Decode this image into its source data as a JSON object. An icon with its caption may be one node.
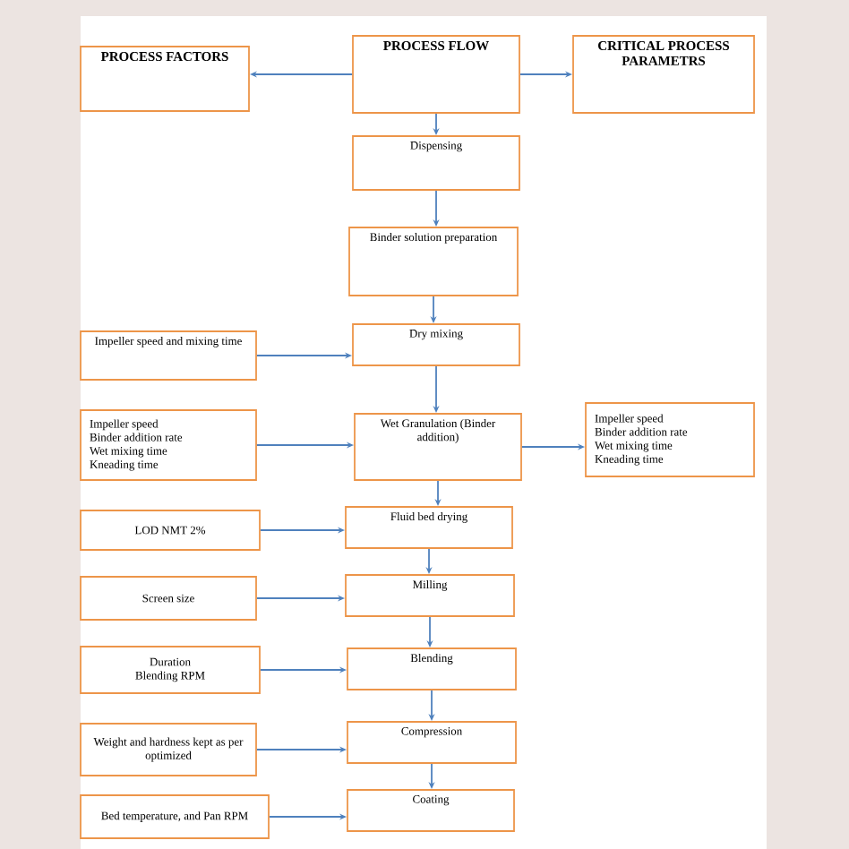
{
  "diagram": {
    "nodes": [
      {
        "text": [
          "PROCESS FACTORS"
        ]
      },
      {
        "text": [
          "PROCESS FLOW"
        ]
      },
      {
        "text": [
          "CRITICAL PROCESS PARAMETRS"
        ]
      },
      {
        "text": [
          "Dispensing"
        ]
      },
      {
        "text": [
          "Binder solution preparation"
        ]
      },
      {
        "text": [
          "Impeller speed and mixing time"
        ]
      },
      {
        "text": [
          "Dry mixing"
        ]
      },
      {
        "text": [
          "Impeller speed",
          "Binder addition rate",
          "Wet mixing time",
          "Kneading time"
        ]
      },
      {
        "text": [
          "Wet Granulation (Binder addition)"
        ]
      },
      {
        "text": [
          "Impeller speed",
          "Binder addition rate",
          "Wet mixing time",
          "Kneading time"
        ]
      },
      {
        "text": [
          "LOD NMT 2%"
        ]
      },
      {
        "text": [
          "Fluid bed drying"
        ]
      },
      {
        "text": [
          "Screen size"
        ]
      },
      {
        "text": [
          "Milling"
        ]
      },
      {
        "text": [
          "Duration",
          "Blending RPM"
        ]
      },
      {
        "text": [
          "Blending"
        ]
      },
      {
        "text": [
          "Weight and hardness kept as per optimized"
        ]
      },
      {
        "text": [
          "Compression"
        ]
      },
      {
        "text": [
          "Bed temperature, and Pan RPM"
        ]
      },
      {
        "text": [
          "Coating"
        ]
      }
    ],
    "edges": [
      {
        "from": 1,
        "to": 0,
        "arrow": "to"
      },
      {
        "from": 1,
        "to": 2,
        "arrow": "to"
      },
      {
        "from": 1,
        "to": 3,
        "arrow": "to"
      },
      {
        "from": 3,
        "to": 4,
        "arrow": "to"
      },
      {
        "from": 4,
        "to": 6,
        "arrow": "to"
      },
      {
        "from": 5,
        "to": 6,
        "arrow": "to"
      },
      {
        "from": 6,
        "to": 8,
        "arrow": "to"
      },
      {
        "from": 7,
        "to": 8,
        "arrow": "to"
      },
      {
        "from": 8,
        "to": 9,
        "arrow": "to"
      },
      {
        "from": 8,
        "to": 11,
        "arrow": "to"
      },
      {
        "from": 10,
        "to": 11,
        "arrow": "to"
      },
      {
        "from": 11,
        "to": 13,
        "arrow": "to"
      },
      {
        "from": 12,
        "to": 13,
        "arrow": "to"
      },
      {
        "from": 13,
        "to": 15,
        "arrow": "to"
      },
      {
        "from": 14,
        "to": 15,
        "arrow": "to"
      },
      {
        "from": 15,
        "to": 17,
        "arrow": "to"
      },
      {
        "from": 16,
        "to": 17,
        "arrow": "to"
      },
      {
        "from": 17,
        "to": 19,
        "arrow": "to"
      },
      {
        "from": 18,
        "to": 19,
        "arrow": "to"
      }
    ]
  }
}
